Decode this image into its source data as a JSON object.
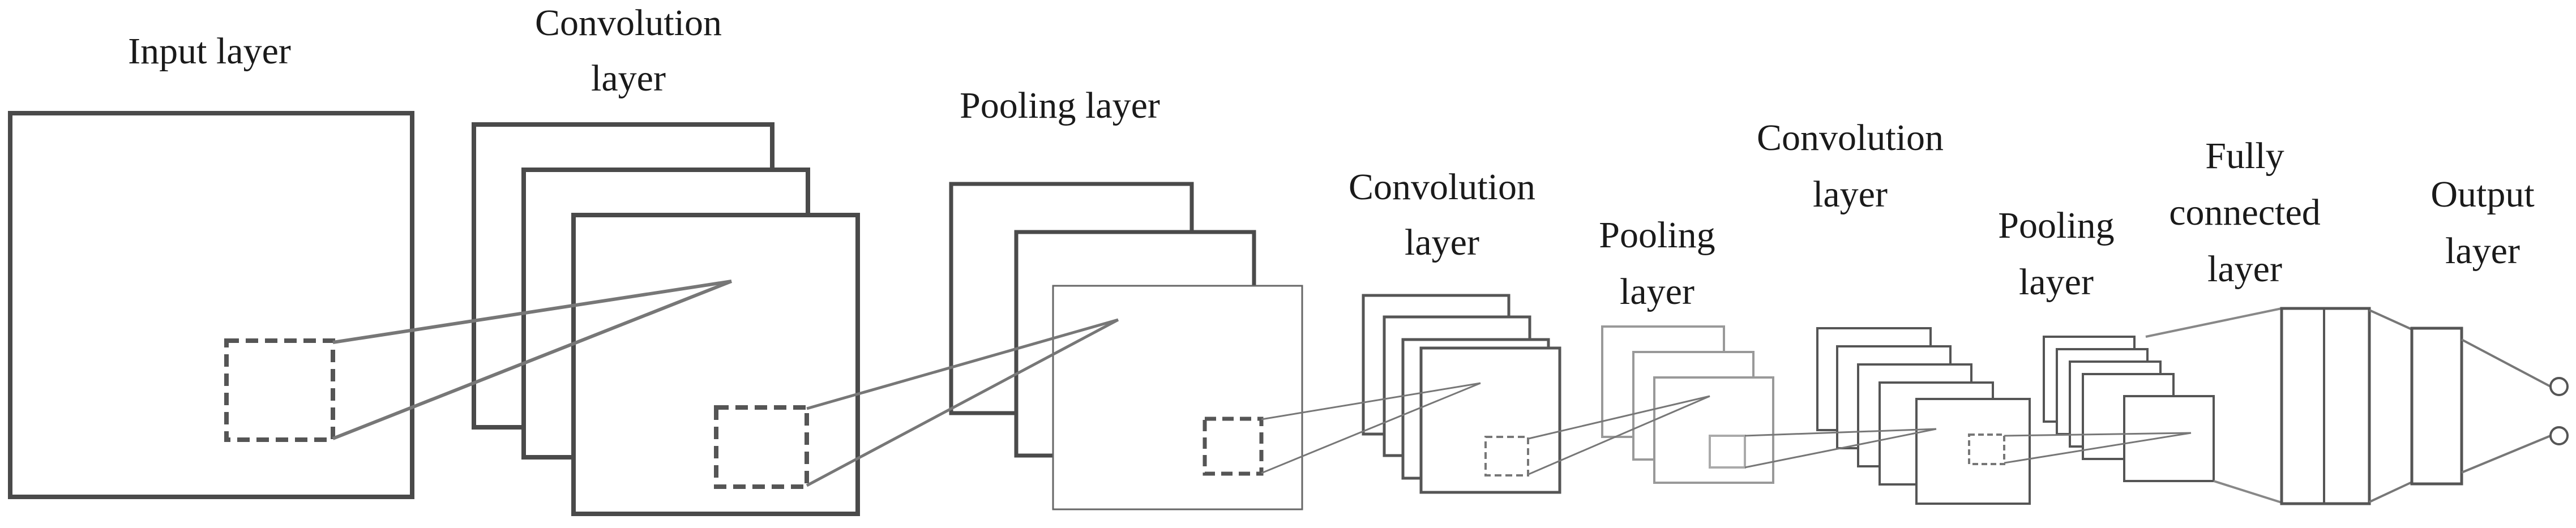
{
  "diagram": {
    "labels": {
      "input_layer": "Input layer",
      "conv1": [
        "Convolution",
        "layer"
      ],
      "pool1": "Pooling layer",
      "conv2": [
        "Convolution",
        "layer"
      ],
      "pool2": [
        "Pooling",
        "layer"
      ],
      "conv3": [
        "Convolution",
        "layer"
      ],
      "pool3": [
        "Pooling",
        "layer"
      ],
      "fully_connected": [
        "Fully",
        "connected",
        "layer"
      ],
      "output": [
        "Output",
        "layer"
      ]
    }
  }
}
